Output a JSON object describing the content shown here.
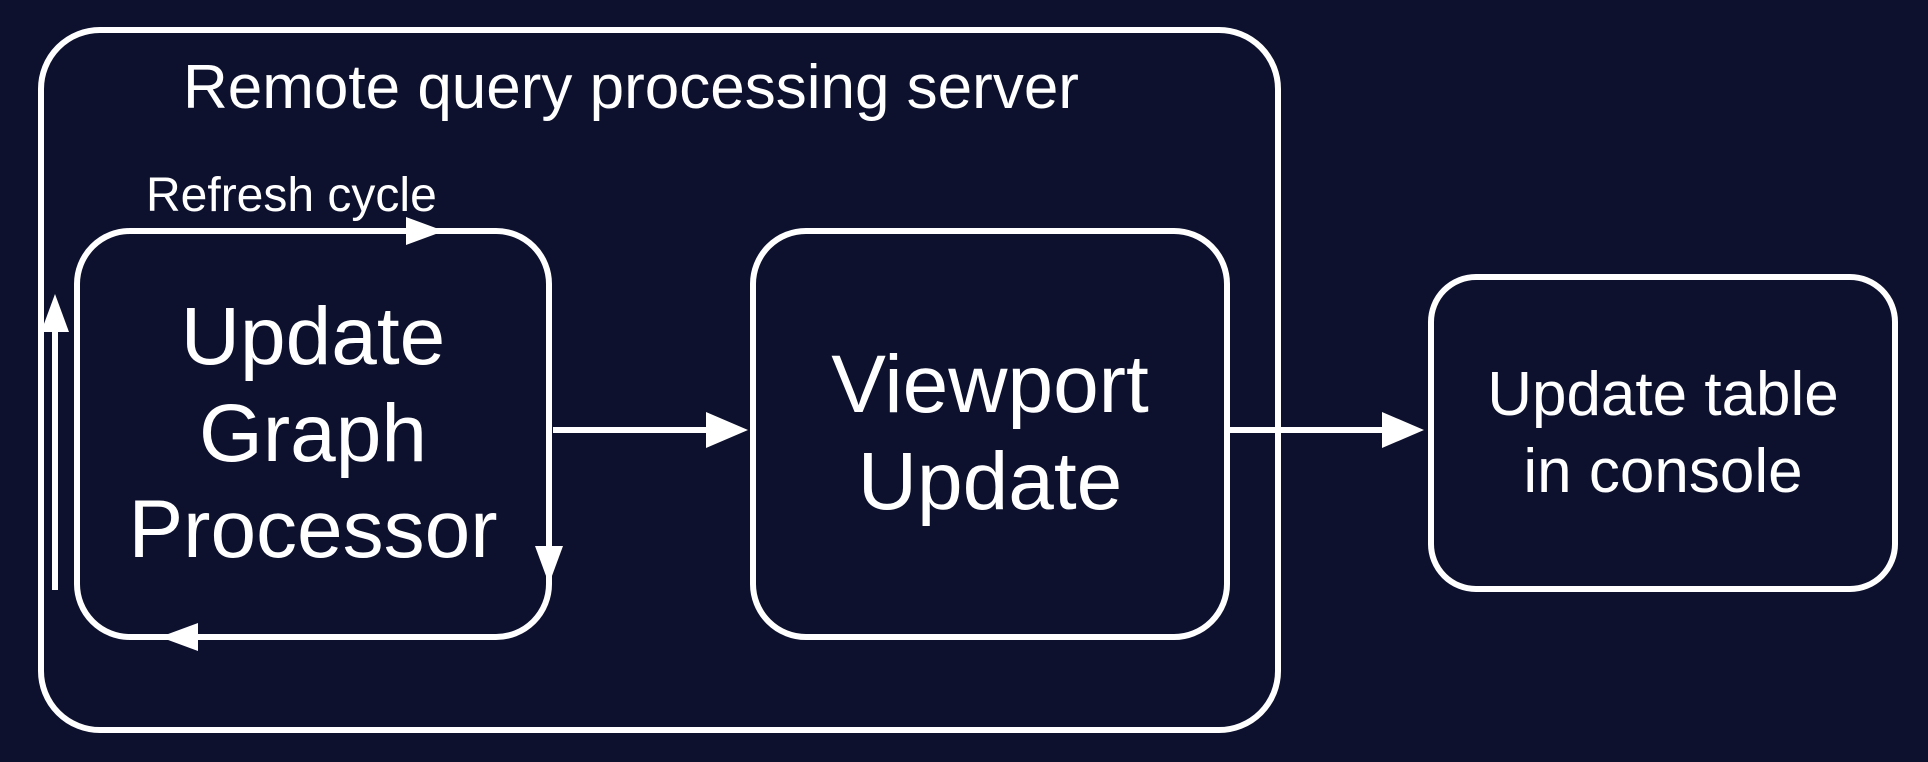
{
  "diagram": {
    "container_label": "Remote query processing server",
    "nodes": {
      "update_graph_processor": "Update\nGraph\nProcessor",
      "viewport_update": "Viewport\nUpdate",
      "update_table_in_console": "Update table\nin console"
    },
    "edges": [
      {
        "from": "update_graph_processor",
        "to": "update_graph_processor",
        "type": "self-loop",
        "label": "Refresh cycle"
      },
      {
        "from": "update_graph_processor",
        "to": "viewport_update",
        "label": ""
      },
      {
        "from": "viewport_update",
        "to": "update_table_in_console",
        "label": ""
      }
    ],
    "colors": {
      "background": "#0d112e",
      "line": "#ffffff",
      "text": "#ffffff"
    }
  }
}
